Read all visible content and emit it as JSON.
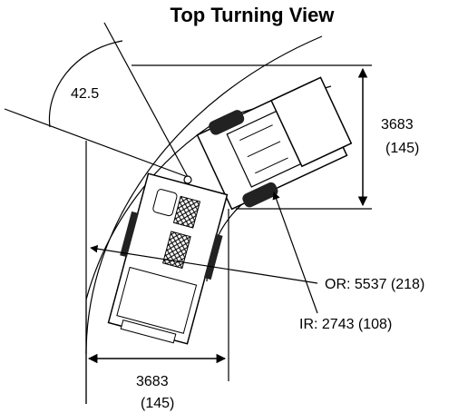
{
  "title": "Top Turning View",
  "angle_label": "42.5",
  "width_dimension": {
    "value": "3683",
    "inches": "(145)"
  },
  "height_dimension": {
    "value": "3683",
    "inches": "(145)"
  },
  "outer_radius_label": "OR: 5537 (218)",
  "inner_radius_label": "IR: 2743 (108)",
  "colors": {
    "line": "#000000",
    "fill": "#ffffff",
    "tire": "#222222"
  }
}
